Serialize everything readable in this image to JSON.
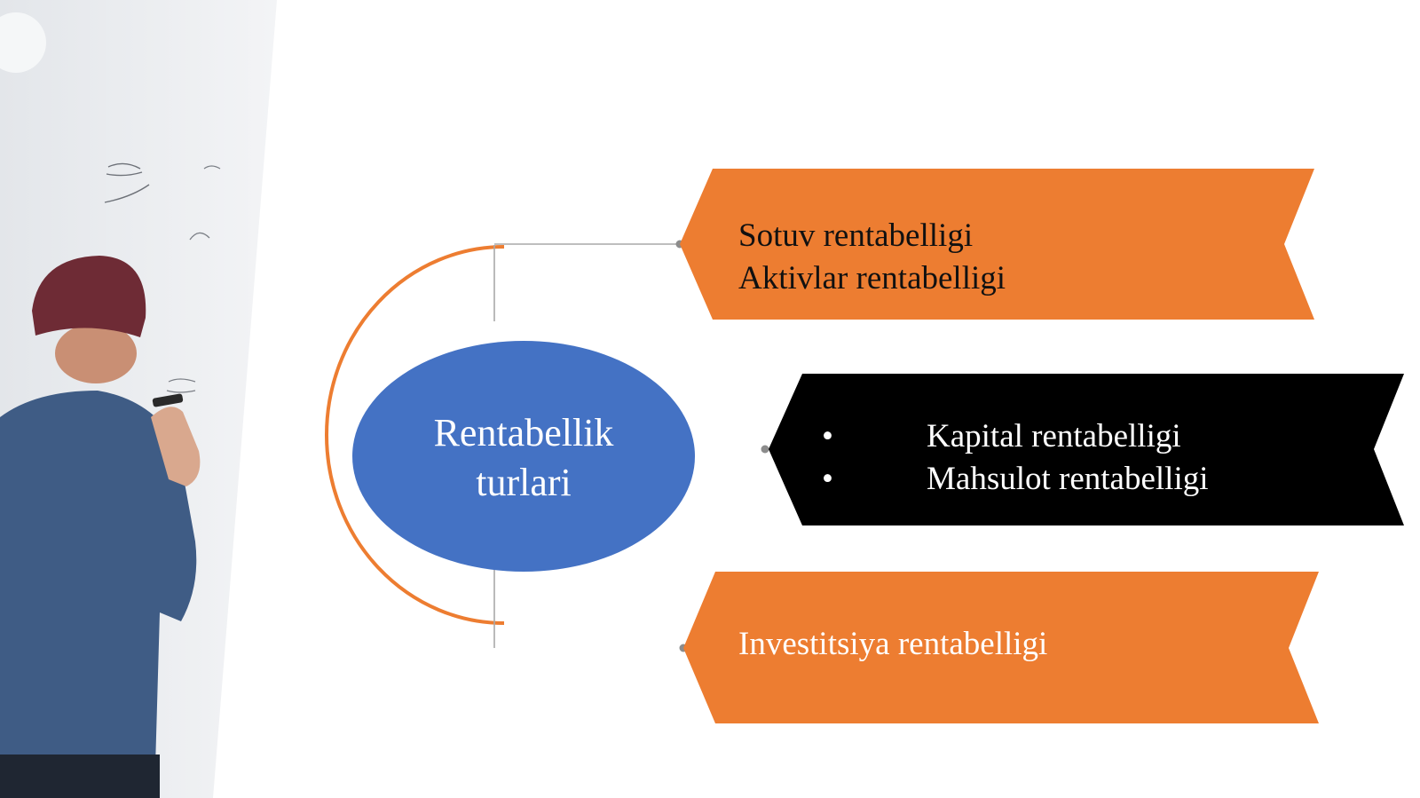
{
  "colors": {
    "accent_orange": "#ED7D31",
    "center_blue": "#4472C4",
    "dark_banner": "#000000",
    "connector_gray": "#8c8c8c",
    "shirt_blue": "#3f5c85",
    "beanie": "#6e2b35"
  },
  "center_node": {
    "line1": "Rentabellik",
    "line2": "turlari"
  },
  "banners": [
    {
      "line1": "Sotuv rentabelligi",
      "line2": "Aktivlar rentabelligi"
    },
    {
      "bullet": "•",
      "line1": "Kapital rentabelligi",
      "line2": "Mahsulot rentabelligi"
    },
    {
      "line1": "Investitsiya rentabelligi"
    }
  ]
}
